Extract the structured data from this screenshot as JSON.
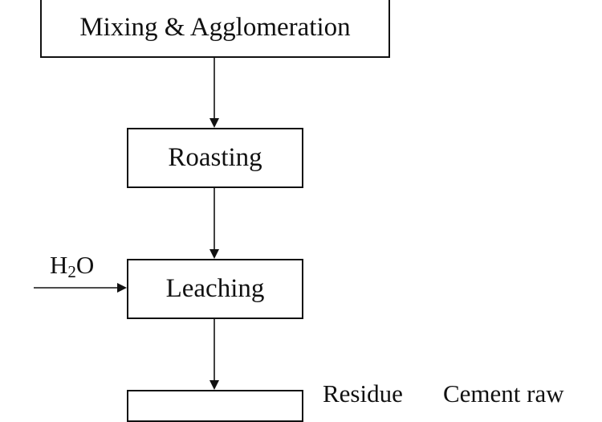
{
  "diagram": {
    "steps": [
      {
        "label": "Mixing & Agglomeration"
      },
      {
        "label": "Roasting"
      },
      {
        "label": "Leaching"
      },
      {
        "label": ""
      }
    ],
    "inputs": {
      "water_main": "H",
      "water_sub": "2",
      "water_tail": "O"
    },
    "outputs": {
      "residue": "Residue",
      "cement": "Cement raw"
    },
    "colors": {
      "line": "#111111",
      "background": "#ffffff"
    }
  }
}
